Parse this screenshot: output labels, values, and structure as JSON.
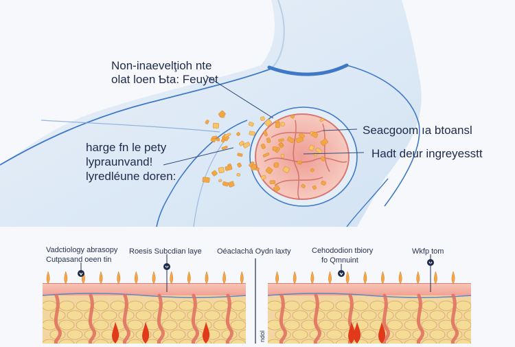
{
  "colors": {
    "background": "#f6f8fb",
    "body_fill": "#dfeaf6",
    "body_outline": "#3e78c6",
    "tissue_pink": "#e48a86",
    "tissue_fill": "#f3b3aa",
    "fat_yellow": "#f4dc96",
    "particle_orange": "#f2a646",
    "flame_red": "#e2391a",
    "vessel_blue": "#5d86c4"
  },
  "upper_labels": {
    "top_left_line1": "Non-inaevelţioh nte",
    "top_left_line2": "olat loen Ƅta: Feuyet",
    "left_line1": "harge fn le pety",
    "left_line2": "lypraunvand!",
    "left_line3": "lyredléune doren:",
    "right_line1": "Seacgoom ıa btoansl",
    "right_line2": "Hadt deur ingreyesstt"
  },
  "lower_labels": {
    "col1_line1": "Vadctiology abrasopy",
    "col1_line2": "Cutpasand oeen tin",
    "col2": "Roesis Subcdian laye",
    "col3": "Oéaclachá Oydn laxty",
    "col4_line1": "Cehododion tbiory",
    "col4_line2": "fo Qmnuint",
    "col5": "Wkfp tom",
    "vertical_divider": "ndol"
  },
  "icons": {
    "marker": "pin-marker-icon",
    "flame": "flame-icon"
  }
}
